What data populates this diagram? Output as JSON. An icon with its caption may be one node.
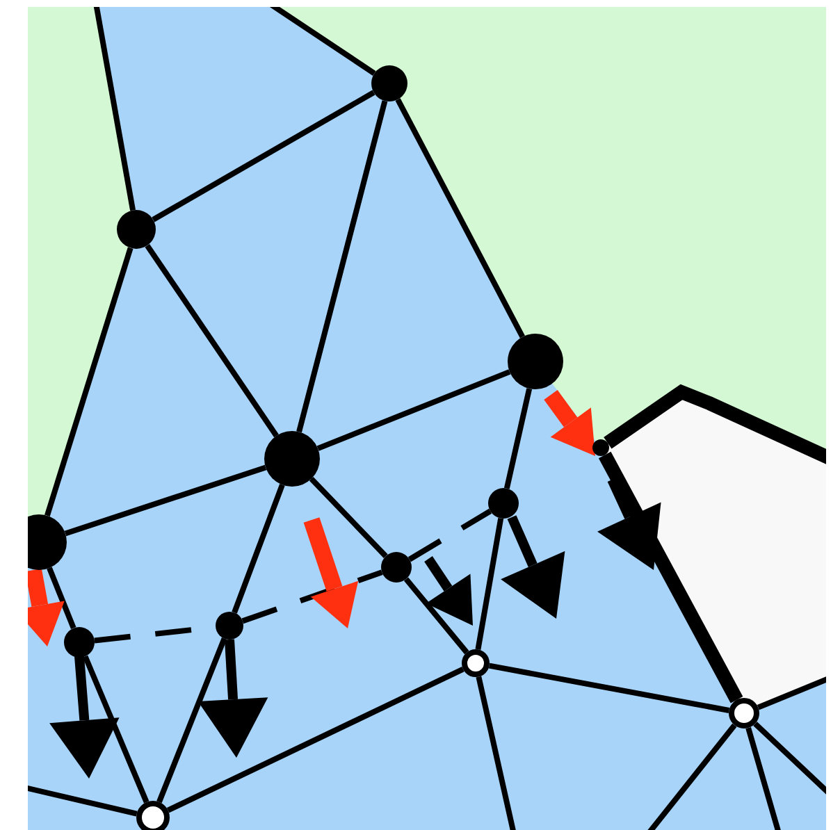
{
  "diagram": {
    "nodes": [
      {
        "text": [],
        "shape": "circle"
      },
      {
        "text": [],
        "shape": "circle"
      },
      {
        "text": [],
        "shape": "circle"
      },
      {
        "text": [],
        "shape": "circle"
      },
      {
        "text": [],
        "shape": "circle"
      },
      {
        "text": [],
        "shape": "circle"
      },
      {
        "text": [],
        "shape": "circle"
      },
      {
        "text": [],
        "shape": "circle"
      },
      {
        "text": [],
        "shape": "circle"
      },
      {
        "text": [],
        "shape": "circle"
      },
      {
        "text": [],
        "shape": "circle"
      },
      {
        "text": [],
        "shape": "circle"
      },
      {
        "text": [],
        "shape": "circle"
      }
    ],
    "edges": [
      {
        "from": 0,
        "to": 1,
        "arrow": "none"
      },
      {
        "from": 0,
        "to": 3,
        "arrow": "none"
      },
      {
        "from": 0,
        "to": 2,
        "arrow": "none"
      },
      {
        "from": 1,
        "to": 3,
        "arrow": "none"
      },
      {
        "from": 1,
        "to": 4,
        "arrow": "none"
      },
      {
        "from": 2,
        "to": 3,
        "arrow": "none"
      },
      {
        "from": 2,
        "to": 5,
        "arrow": "none"
      },
      {
        "from": 5,
        "to": 9,
        "arrow": "none"
      },
      {
        "from": 3,
        "to": 4,
        "arrow": "none"
      },
      {
        "from": 3,
        "to": 7,
        "arrow": "none"
      },
      {
        "from": 7,
        "to": 11,
        "arrow": "none"
      },
      {
        "from": 3,
        "to": 6,
        "arrow": "none"
      },
      {
        "from": 6,
        "to": 9,
        "arrow": "none"
      },
      {
        "from": 4,
        "to": 8,
        "arrow": "none"
      },
      {
        "from": 8,
        "to": 11,
        "arrow": "none"
      },
      {
        "from": 9,
        "to": 11,
        "arrow": "none"
      },
      {
        "from": 9,
        "to": 10,
        "arrow": "none"
      },
      {
        "from": 12,
        "to": 10,
        "arrow": "none",
        "style": "thick"
      },
      {
        "from": 8,
        "to": 7,
        "arrow": "none",
        "style": "dashed"
      },
      {
        "from": 7,
        "to": 6,
        "arrow": "none",
        "style": "dashed"
      },
      {
        "from": 6,
        "to": 5,
        "arrow": "none",
        "style": "dashed"
      },
      {
        "from": 1,
        "to": null,
        "arrow": "none"
      },
      {
        "from": 0,
        "to": null,
        "arrow": "none"
      },
      {
        "from": 9,
        "to": null,
        "arrow": "none"
      },
      {
        "from": 10,
        "to": null,
        "arrow": "none"
      },
      {
        "from": 10,
        "to": null,
        "arrow": "none"
      },
      {
        "from": 10,
        "to": null,
        "arrow": "none"
      },
      {
        "from": 10,
        "to": null,
        "arrow": "none"
      },
      {
        "from": 11,
        "to": null,
        "arrow": "none"
      },
      {
        "from": 12,
        "to": null,
        "arrow": "none",
        "style": "thick"
      }
    ]
  }
}
